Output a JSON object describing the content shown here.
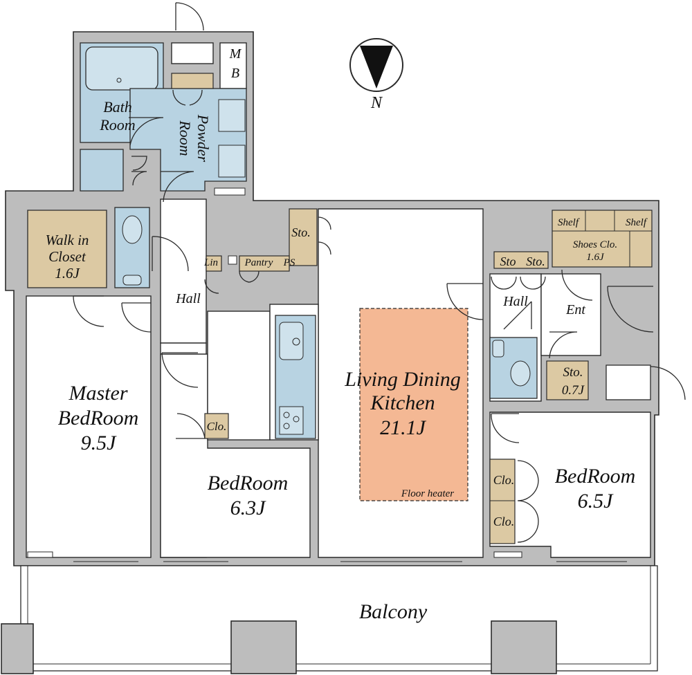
{
  "colors": {
    "wall": "#bdbdbd",
    "wet_area": "#b8d3e2",
    "storage": "#dcc9a3",
    "floor_heater": "#f4b894",
    "room": "#ffffff"
  },
  "compass": {
    "label": "N"
  },
  "rooms": {
    "mb": {
      "line1": "M",
      "line2": "B"
    },
    "bath_room": {
      "line1": "Bath",
      "line2": "Room"
    },
    "powder_room": {
      "line1": "Powder",
      "line2": "Room"
    },
    "walk_in_closet": {
      "line1": "Walk in",
      "line2": "Closet",
      "size": "1.6J"
    },
    "sto_center": {
      "label": "Sto."
    },
    "lin": {
      "label": "Lin"
    },
    "pantry": {
      "label": "Pantry"
    },
    "ps": {
      "label": "PS"
    },
    "hall_left": {
      "label": "Hall"
    },
    "master_bedroom": {
      "line1": "Master",
      "line2": "BedRoom",
      "size": "9.5J"
    },
    "clo_center": {
      "label": "Clo."
    },
    "bedroom_center": {
      "line1": "BedRoom",
      "size": "6.3J"
    },
    "ldk": {
      "line1": "Living Dining",
      "line2": "Kitchen",
      "size": "21.1J"
    },
    "floor_heater": {
      "label": "Floor heater"
    },
    "sto_right_1": {
      "label": "Sto"
    },
    "sto_right_2": {
      "label": "Sto."
    },
    "hall_right": {
      "label": "Hall"
    },
    "entrance": {
      "label": "Ent"
    },
    "shelf_left": {
      "label": "Shelf"
    },
    "shelf_right": {
      "label": "Shelf"
    },
    "shoes_closet": {
      "line1": "Shoes Clo.",
      "size": "1.6J"
    },
    "sto_entrance": {
      "line1": "Sto.",
      "size": "0.7J"
    },
    "bedroom_right": {
      "line1": "BedRoom",
      "size": "6.5J"
    },
    "clo_right_1": {
      "label": "Clo."
    },
    "clo_right_2": {
      "label": "Clo."
    },
    "balcony": {
      "label": "Balcony"
    }
  }
}
